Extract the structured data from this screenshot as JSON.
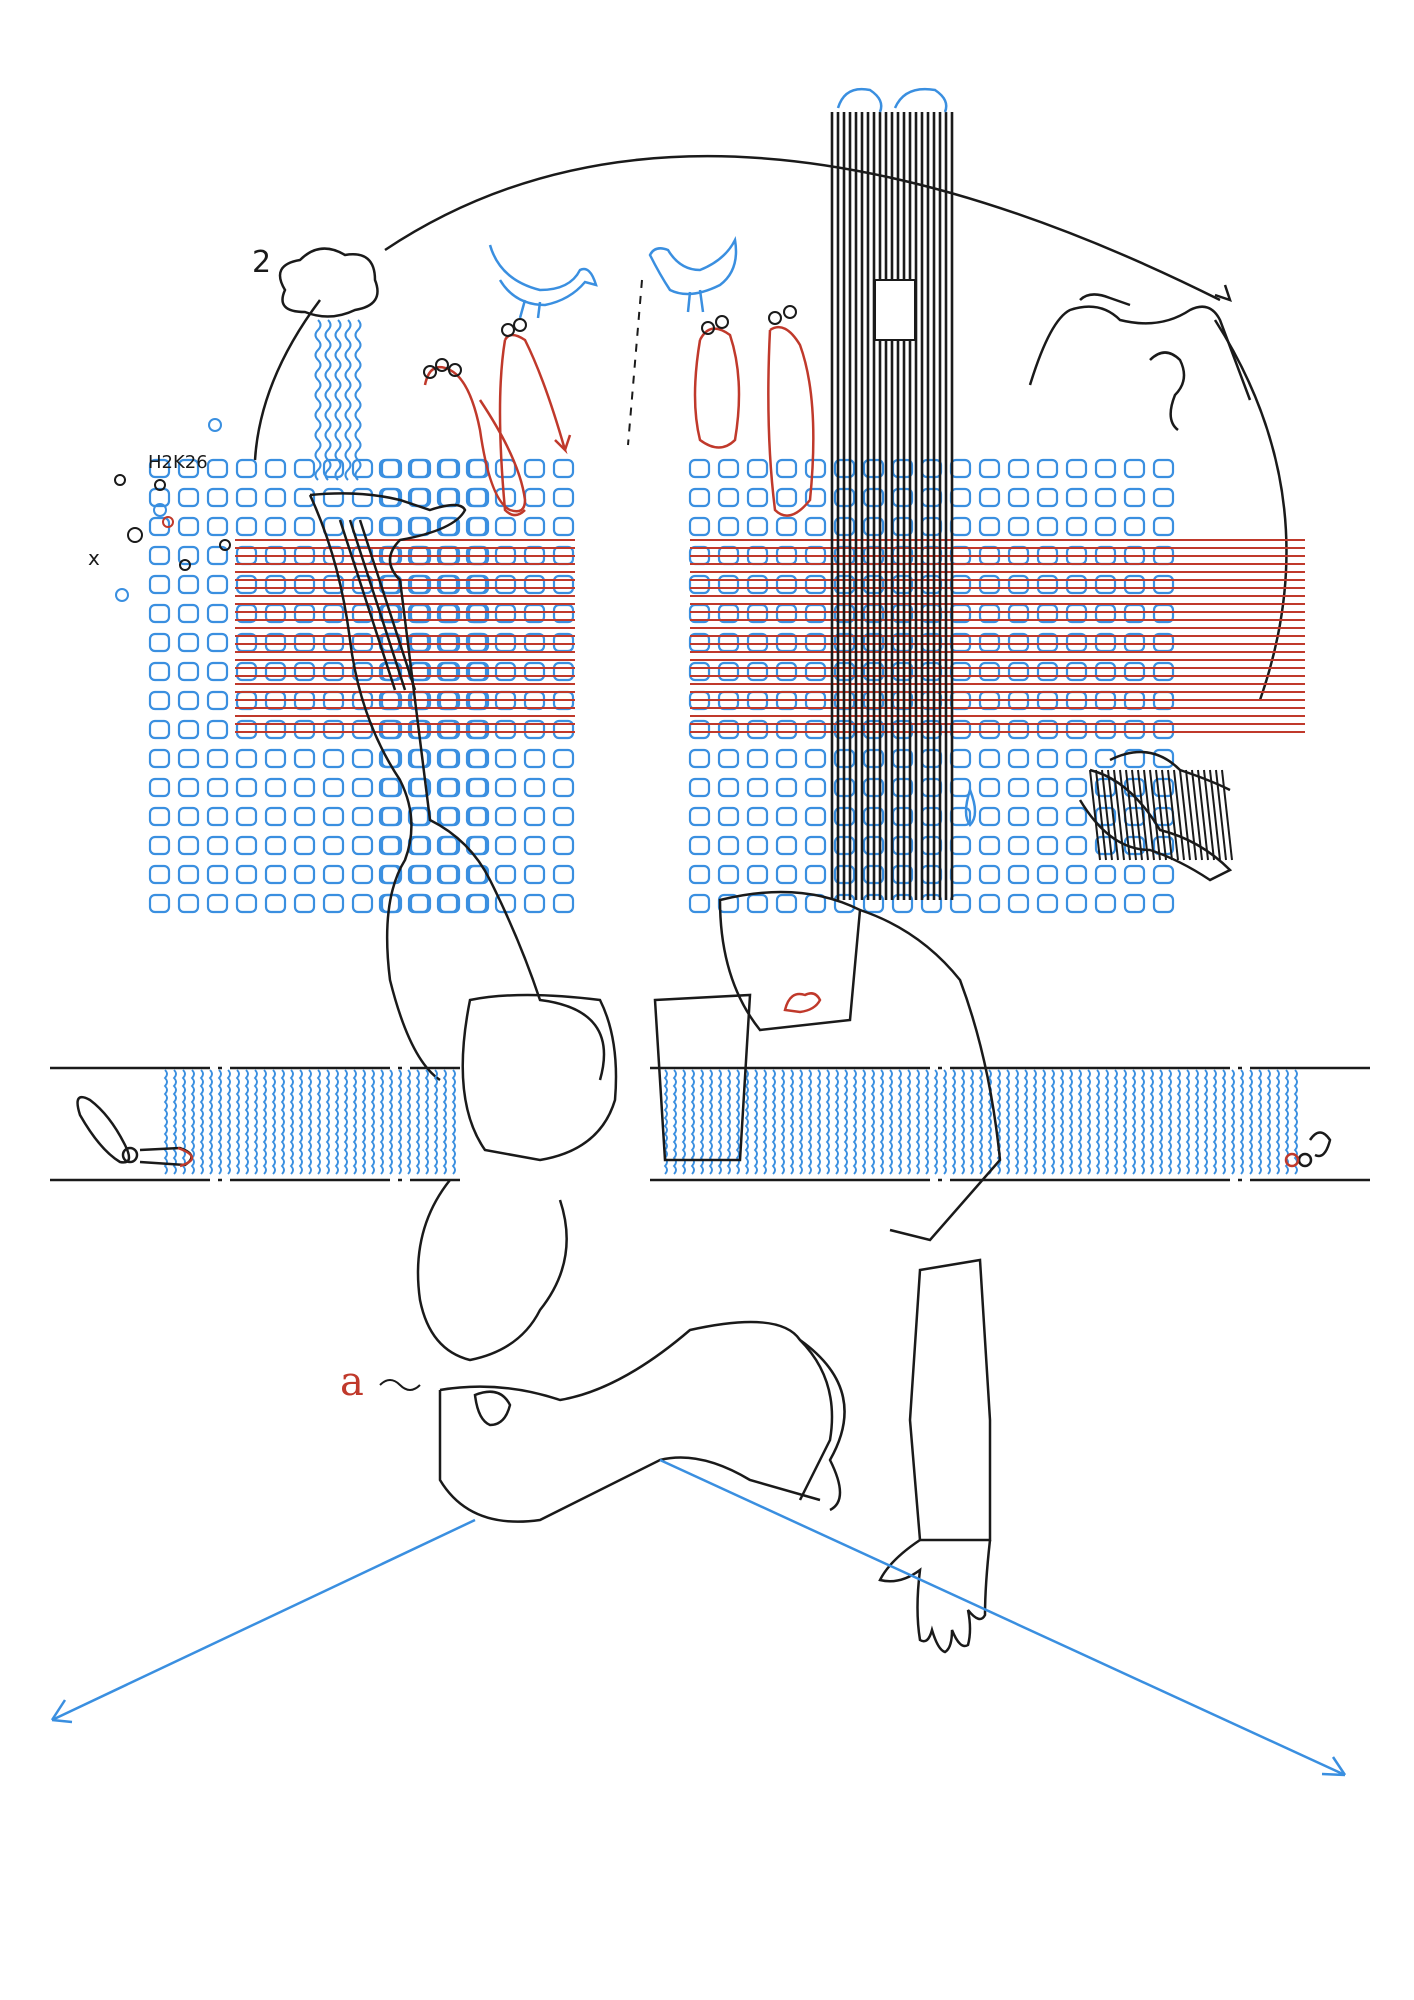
{
  "artwork": {
    "labels": {
      "number": "2",
      "code": "H2K26",
      "letter": "a",
      "cross": "x"
    },
    "palette": {
      "paper": "#ffffff",
      "ink": "#1a1a1a",
      "blue": "#3a8fe0",
      "red": "#c0392b"
    },
    "icons": [
      "cloud-icon",
      "bird-icon",
      "foot-icon",
      "hand-icon",
      "raindrop-icon",
      "arrow-icon"
    ]
  }
}
